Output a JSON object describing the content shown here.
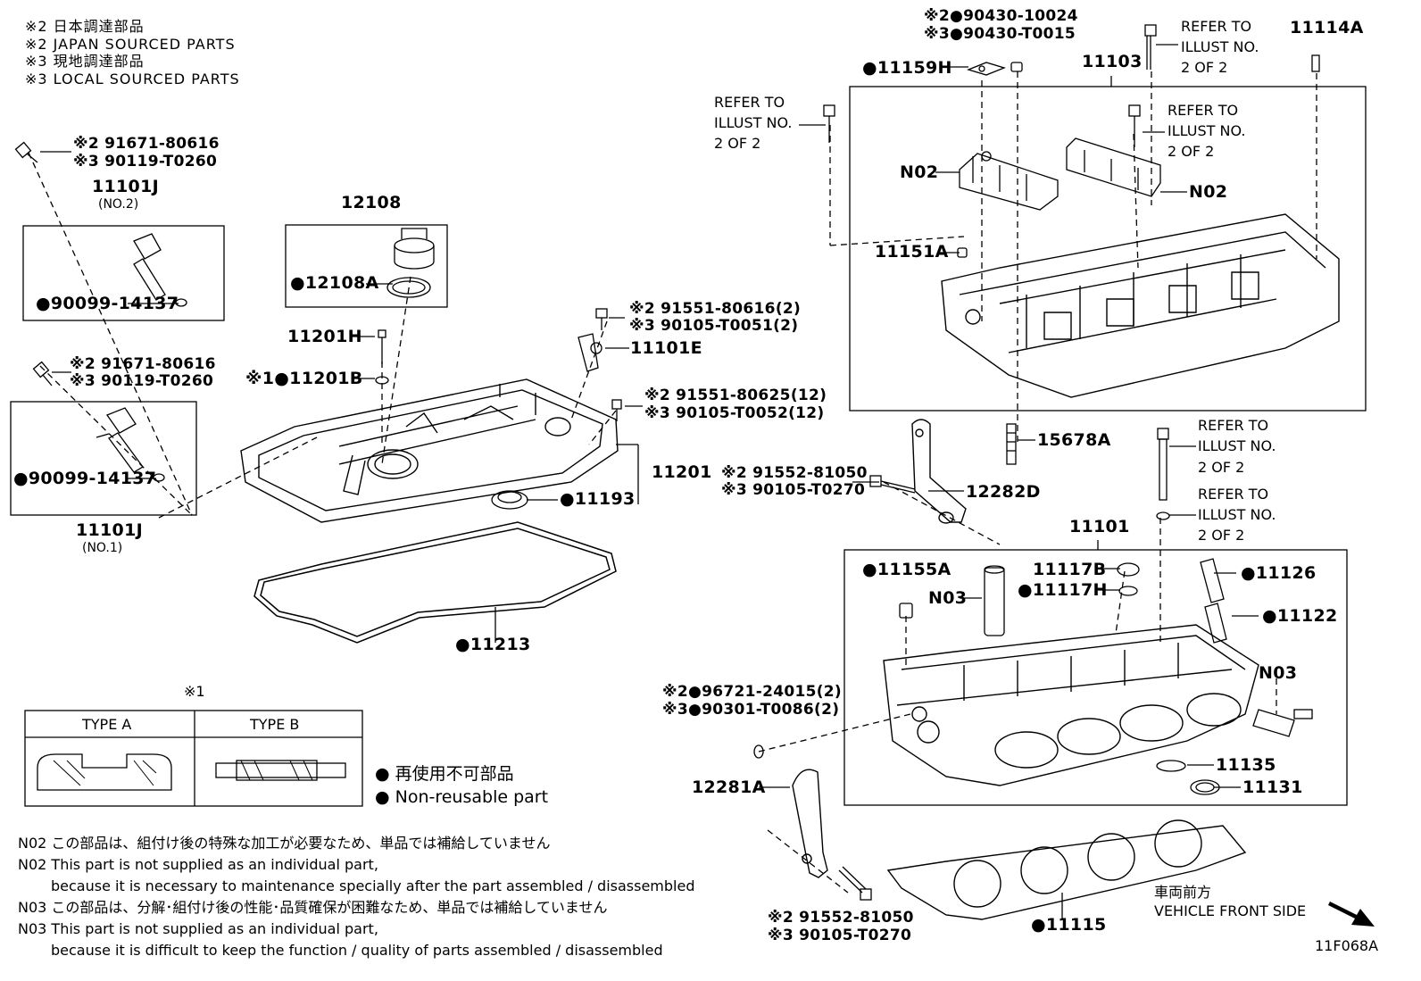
{
  "header": {
    "notes": [
      "※2  日本調達部品",
      "※2  JAPAN SOURCED PARTS",
      "※3  現地調達部品",
      "※3  LOCAL SOURCED PARTS"
    ]
  },
  "callouts": {
    "c_91671_a1": "※2 91671-80616",
    "c_90119_a1": "※3 90119-T0260",
    "c_11101J_top": "11101J",
    "c_no2": "(NO.2)",
    "c_90099_a": "●90099-14137",
    "c_91671_a2": "※2 91671-80616",
    "c_90119_a2": "※3 90119-T0260",
    "c_90099_b": "●90099-14137",
    "c_11101J_bot": "11101J",
    "c_no1": "(NO.1)",
    "c_12108": "12108",
    "c_12108A": "●12108A",
    "c_11201H": "11201H",
    "c_11201B": "※1●11201B",
    "c_91551_616": "※2 91551-80616(2)",
    "c_90105_T0051": "※3 90105-T0051(2)",
    "c_11101E": "11101E",
    "c_91551_625": "※2 91551-80625(12)",
    "c_90105_T0052": "※3 90105-T0052(12)",
    "c_11201": "11201",
    "c_11193": "●11193",
    "c_11213": "●11213",
    "c_90430_10024": "※2●90430-10024",
    "c_90430_T0015": "※3●90430-T0015",
    "c_11159H": "●11159H",
    "c_refer1_a": "REFER TO",
    "c_refer1_b": "ILLUST NO.",
    "c_refer1_c": "2 OF 2",
    "c_11103": "11103",
    "c_11114A": "11114A",
    "c_refer2_a": "REFER TO",
    "c_refer2_b": "ILLUST NO.",
    "c_refer2_c": "2 OF 2",
    "c_refer3_a": "REFER TO",
    "c_refer3_b": "ILLUST NO.",
    "c_refer3_c": "2 OF 2",
    "c_N02_left": "N02",
    "c_N02_right": "N02",
    "c_11151A": "11151A",
    "c_15678A": "15678A",
    "c_refer4_a": "REFER TO",
    "c_refer4_b": "ILLUST NO.",
    "c_refer4_c": "2 OF 2",
    "c_refer5_a": "REFER TO",
    "c_refer5_b": "ILLUST NO.",
    "c_refer5_c": "2 OF 2",
    "c_91552_a": "※2 91552-81050",
    "c_90105_T0270_a": "※3 90105-T0270",
    "c_12282D": "12282D",
    "c_11101": "11101",
    "c_11155A": "●11155A",
    "c_11117B": "11117B",
    "c_11117H": "●11117H",
    "c_N03_a": "N03",
    "c_11126": "●11126",
    "c_11122": "●11122",
    "c_N03_b": "N03",
    "c_96721": "※2●96721-24015(2)",
    "c_90301": "※3●90301-T0086(2)",
    "c_11135": "11135",
    "c_11131": "11131",
    "c_12281A": "12281A",
    "c_91552_b": "※2 91552-81050",
    "c_90105_T0270_b": "※3 90105-T0270",
    "c_11115": "●11115",
    "c_front_jp": "車両前方",
    "c_front_en": "VEHICLE FRONT SIDE",
    "c_figure_id": "11F068A"
  },
  "type_table": {
    "ref_mark": "※1",
    "type_a": "TYPE A",
    "type_b": "TYPE B"
  },
  "legend": {
    "jp": "● 再使用不可部品",
    "en": "● Non-reusable part"
  },
  "footnotes": [
    "N02 この部品は、組付け後の特殊な加工が必要なため、単品では補給していません",
    "N02 This part is not supplied as an individual part,",
    "because it is necessary to maintenance specially after the part assembled / disassembled",
    "N03 この部品は、分解･組付け後の性能･品質確保が困難なため、単品では補給していません",
    "N03 This part is not supplied as an individual part,",
    "because it is difficult to keep the function / quality of parts assembled / disassembled"
  ]
}
